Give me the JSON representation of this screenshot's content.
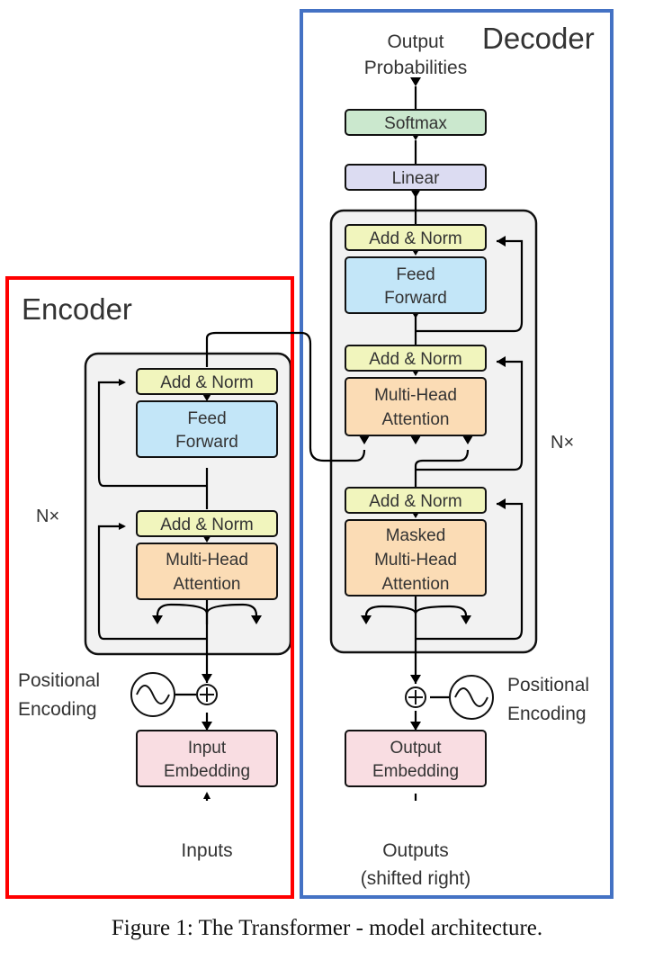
{
  "encoder": {
    "title": "Encoder",
    "outline_color": "#ff0000",
    "repeat_label": "N×",
    "blocks": {
      "add_norm_top": "Add & Norm",
      "feed_forward": [
        "Feed",
        "Forward"
      ],
      "add_norm_bottom": "Add & Norm",
      "attention": [
        "Multi-Head",
        "Attention"
      ]
    },
    "positional": [
      "Positional",
      "Encoding"
    ],
    "embedding": [
      "Input",
      "Embedding"
    ],
    "input_label": "Inputs"
  },
  "decoder": {
    "title": "Decoder",
    "outline_color": "#4472c4",
    "repeat_label": "N×",
    "output_label": [
      "Output",
      "Probabilities"
    ],
    "softmax": "Softmax",
    "linear": "Linear",
    "blocks": {
      "add_norm_ff": "Add & Norm",
      "feed_forward": [
        "Feed",
        "Forward"
      ],
      "add_norm_cross": "Add & Norm",
      "cross_attention": [
        "Multi-Head",
        "Attention"
      ],
      "add_norm_masked": "Add & Norm",
      "masked_attention": [
        "Masked",
        "Multi-Head",
        "Attention"
      ]
    },
    "positional": [
      "Positional",
      "Encoding"
    ],
    "embedding": [
      "Output",
      "Embedding"
    ],
    "input_label": [
      "Outputs",
      "(shifted right)"
    ]
  },
  "caption": "Figure 1: The Transformer - model architecture.",
  "colors": {
    "add_norm": "#f1f5bd",
    "feed_forward": "#c3e6f8",
    "attention": "#fbdcb5",
    "embedding": "#f9dde2",
    "softmax": "#cbe8ce",
    "linear": "#dcdcf2",
    "stack_bg": "#f2f2f2"
  }
}
